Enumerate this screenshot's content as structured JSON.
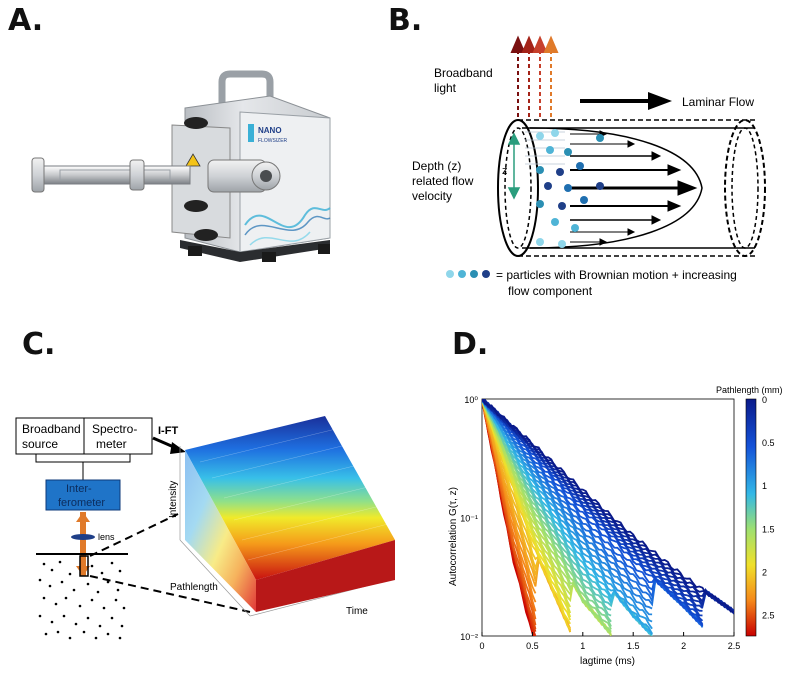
{
  "panels": {
    "a": {
      "letter": "A.",
      "device_brand_line1": "NANO",
      "device_brand_line2": "FLOWSIZER"
    },
    "b": {
      "letter": "B.",
      "light_label": [
        "Broadband",
        "light"
      ],
      "flow_label": "Laminar Flow",
      "depth_label": [
        "Depth (z)",
        "related flow",
        "velocity"
      ],
      "axis_label": "z",
      "legend_text": [
        "= particles with Brownian motion + increasing",
        "flow component"
      ]
    },
    "c": {
      "letter": "C.",
      "source_label": [
        "Broadband",
        "source"
      ],
      "spectrometer_label": [
        "Spectro-",
        "meter"
      ],
      "interferometer_label": [
        "Inter-",
        "ferometer"
      ],
      "lens_label": "lens",
      "ift_label": "I-FT",
      "intensity_label": "Intensity",
      "pathlength_label": "Pathlength",
      "time_label": "Time"
    },
    "d": {
      "letter": "D.",
      "colorbar_title": "Pathlength (mm)",
      "colorbar_ticks": [
        "0",
        "0.5",
        "1",
        "1.5",
        "2",
        "2.5"
      ],
      "ylabel": "Autocorrelation G(τ, z)",
      "xlabel": "lagtime (ms)",
      "x_ticks": [
        "0",
        "0.5",
        "1",
        "1.5",
        "2",
        "2.5"
      ],
      "y_ticks": [
        "10⁰",
        "10⁻¹",
        "10⁻²"
      ]
    }
  },
  "colors": {
    "dark_blue": "#1f3f88",
    "teal": "#2a8fb3",
    "light_blue": "#8fd6ea",
    "orange": "#e07a2a",
    "red": "#c0392b",
    "interferometer": "#1f74c8"
  },
  "chart_data": {
    "type": "line",
    "xlabel": "lagtime (ms)",
    "ylabel": "Autocorrelation G(τ, z)",
    "xlim": [
      0,
      2.5
    ],
    "ylim": [
      0.01,
      1
    ],
    "y_scale": "log",
    "colorbar": {
      "label": "Pathlength (mm)",
      "range": [
        0,
        2.75
      ],
      "ticks": [
        0,
        0.5,
        1,
        1.5,
        2,
        2.5
      ]
    },
    "series": [
      {
        "pathlength": 0.0,
        "x": [
          0,
          0.5,
          1,
          1.5,
          2,
          2.5
        ],
        "y": [
          1,
          0.42,
          0.17,
          0.07,
          0.032,
          0.016
        ]
      },
      {
        "pathlength": 0.5,
        "x": [
          0,
          0.5,
          1,
          1.5,
          2,
          2.2
        ],
        "y": [
          1,
          0.35,
          0.12,
          0.045,
          0.018,
          0.012
        ]
      },
      {
        "pathlength": 1.0,
        "x": [
          0,
          0.5,
          1,
          1.5,
          1.7
        ],
        "y": [
          1,
          0.22,
          0.05,
          0.015,
          0.01
        ]
      },
      {
        "pathlength": 1.5,
        "x": [
          0,
          0.5,
          1,
          1.3
        ],
        "y": [
          1,
          0.12,
          0.02,
          0.01
        ]
      },
      {
        "pathlength": 2.0,
        "x": [
          0,
          0.5,
          0.9
        ],
        "y": [
          1,
          0.06,
          0.01
        ]
      },
      {
        "pathlength": 2.5,
        "x": [
          0,
          0.3,
          0.55
        ],
        "y": [
          1,
          0.06,
          0.01
        ]
      }
    ]
  }
}
